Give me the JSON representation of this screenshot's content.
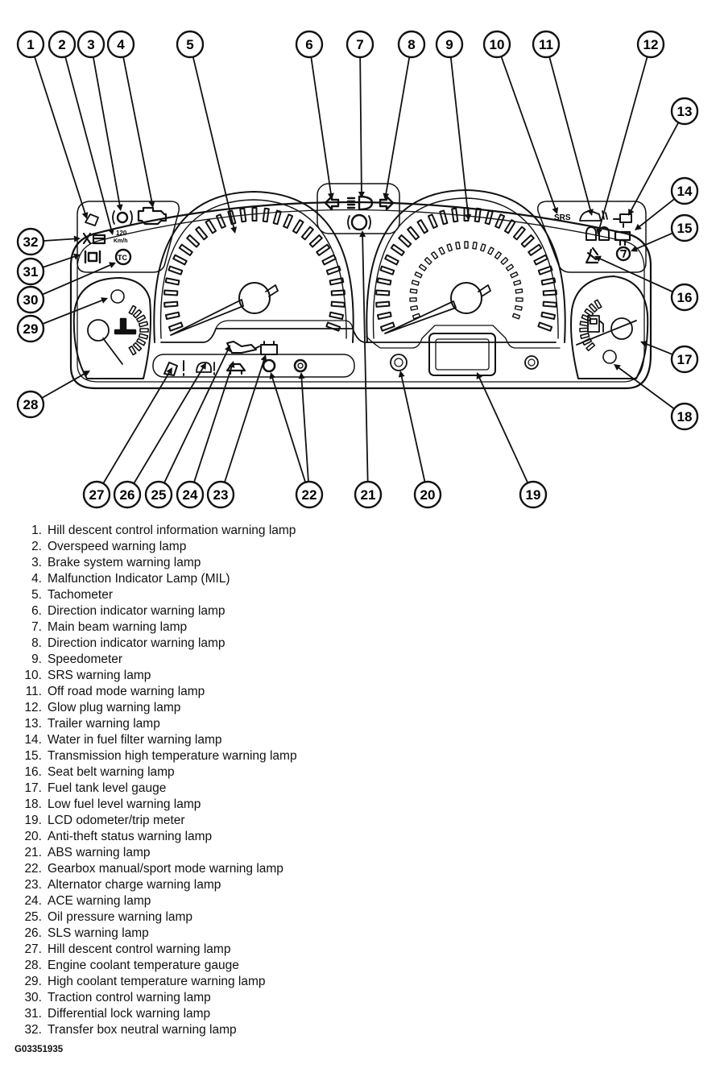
{
  "callouts": [
    "1",
    "2",
    "3",
    "4",
    "5",
    "6",
    "7",
    "8",
    "9",
    "10",
    "11",
    "12",
    "13",
    "14",
    "15",
    "16",
    "17",
    "18",
    "19",
    "20",
    "21",
    "22",
    "23",
    "24",
    "25",
    "26",
    "27",
    "28",
    "29",
    "30",
    "31",
    "32"
  ],
  "lamp_text": {
    "srs": "SRS",
    "speed_value": "120",
    "speed_unit": "Km/h",
    "tc": "TC"
  },
  "legend": [
    {
      "num": "1.",
      "text": "Hill descent control information warning lamp"
    },
    {
      "num": "2.",
      "text": "Overspeed warning lamp"
    },
    {
      "num": "3.",
      "text": "Brake system warning lamp"
    },
    {
      "num": "4.",
      "text": "Malfunction Indicator Lamp (MIL)"
    },
    {
      "num": "5.",
      "text": "Tachometer"
    },
    {
      "num": "6.",
      "text": "Direction indicator warning lamp"
    },
    {
      "num": "7.",
      "text": "Main beam warning lamp"
    },
    {
      "num": "8.",
      "text": "Direction indicator warning lamp"
    },
    {
      "num": "9.",
      "text": "Speedometer"
    },
    {
      "num": "10.",
      "text": "SRS warning lamp"
    },
    {
      "num": "11.",
      "text": "Off road mode warning lamp"
    },
    {
      "num": "12.",
      "text": "Glow plug warning lamp"
    },
    {
      "num": "13.",
      "text": "Trailer warning lamp"
    },
    {
      "num": "14.",
      "text": "Water in fuel filter warning lamp"
    },
    {
      "num": "15.",
      "text": "Transmission high temperature warning lamp"
    },
    {
      "num": "16.",
      "text": "Seat belt warning lamp"
    },
    {
      "num": "17.",
      "text": "Fuel tank level gauge"
    },
    {
      "num": "18.",
      "text": "Low fuel level warning lamp"
    },
    {
      "num": "19.",
      "text": "LCD odometer/trip meter"
    },
    {
      "num": "20.",
      "text": "Anti-theft status warning lamp"
    },
    {
      "num": "21.",
      "text": "ABS warning lamp"
    },
    {
      "num": "22.",
      "text": "Gearbox manual/sport mode warning lamp"
    },
    {
      "num": "23.",
      "text": "Alternator charge warning lamp"
    },
    {
      "num": "24.",
      "text": "ACE warning lamp"
    },
    {
      "num": "25.",
      "text": "Oil pressure warning lamp"
    },
    {
      "num": "26.",
      "text": "SLS warning lamp"
    },
    {
      "num": "27.",
      "text": "Hill descent control warning lamp"
    },
    {
      "num": "28.",
      "text": "Engine coolant temperature gauge"
    },
    {
      "num": "29.",
      "text": "High coolant temperature warning lamp"
    },
    {
      "num": "30.",
      "text": "Traction control warning lamp"
    },
    {
      "num": "31.",
      "text": "Differential lock warning lamp"
    },
    {
      "num": "32.",
      "text": "Transfer box neutral warning lamp"
    }
  ],
  "figure_id": "G03351935"
}
